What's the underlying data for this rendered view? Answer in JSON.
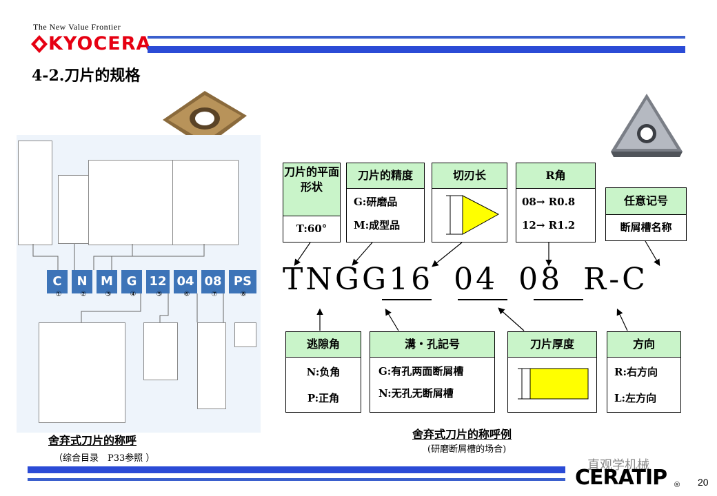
{
  "header": {
    "tagline": "The New Value Frontier",
    "brand": "KYOCERA"
  },
  "heading": "4-2.刀片的规格",
  "left": {
    "codes": [
      "C",
      "N",
      "M",
      "G",
      "12",
      "04",
      "08",
      "PS"
    ],
    "circled": [
      "①",
      "②",
      "③",
      "④",
      "⑤",
      "⑥",
      "⑦",
      "⑧"
    ],
    "caption": "舍弃式刀片的称呼",
    "subcaption": "（综合目录　P33参照 ）"
  },
  "right": {
    "designation": "TNGG16 04 08 R-C",
    "code_parts": {
      "p1": "TNGG",
      "p2": "16",
      "p3": "04",
      "p4": "08",
      "p5": "R-C"
    },
    "top_cards": [
      {
        "head": "刀片的平面形状",
        "body": [
          "T:60°"
        ]
      },
      {
        "head": "刀片的精度",
        "body": [
          "G:研磨品",
          "M:成型品"
        ]
      },
      {
        "head": "切刃长",
        "body": []
      },
      {
        "head": "R角",
        "body": [
          "08→ R0.8",
          "12→ R1.2"
        ]
      },
      {
        "head": "任意记号",
        "body": [
          "断屑槽名称"
        ]
      }
    ],
    "bottom_cards": [
      {
        "head": "逃隙角",
        "body": [
          "N:负角",
          "P:正角"
        ]
      },
      {
        "head": "溝・孔記号",
        "body": [
          "G:有孔两面断屑槽",
          "N:无孔无断屑槽"
        ]
      },
      {
        "head": "刀片厚度",
        "body": []
      },
      {
        "head": "方向",
        "body": [
          "R:右方向",
          "L:左方向"
        ]
      }
    ],
    "caption": "舍弃式刀片的称呼例",
    "subcaption": "(研磨断屑槽的场合)"
  },
  "footer": {
    "watermark": "直观学机械",
    "ceratip": "CERATIP",
    "reg": "®",
    "page": "20"
  },
  "colors": {
    "accent_blue": "#2b4bd6",
    "card_header": "#c9f4c9",
    "code_box": "#3d74b8",
    "brand_red": "#e60012",
    "diagram_yellow": "#ffff00"
  }
}
